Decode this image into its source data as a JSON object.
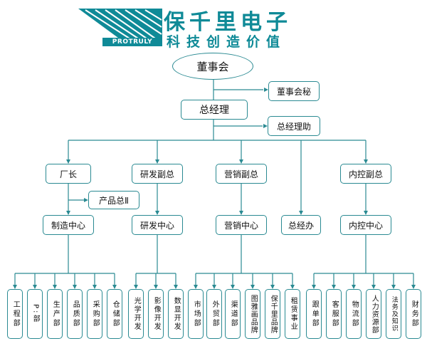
{
  "logo": {
    "brand_cn": "保千里电子",
    "slogan": "科技创造价值",
    "brand_en": "PROTRULY"
  },
  "nodes": {
    "board": "董事会",
    "board_secretary": "董事会秘",
    "general_manager": "总经理",
    "gm_assistant": "总经理助",
    "factory_manager": "厂长",
    "rd_vp": "研发副总",
    "marketing_vp": "营销副总",
    "internal_control_vp": "内控副总",
    "product_director": "产品总Ⅱ",
    "manufacturing_center": "制造中心",
    "rd_center": "研发中心",
    "marketing_center": "营销中心",
    "gm_office": "总经办",
    "internal_control_center": "内控中心"
  },
  "departments": {
    "manufacturing": [
      "工程部",
      "P:部",
      "生产部",
      "品质部",
      "采购部",
      "仓储部"
    ],
    "rd": [
      "光学开发",
      "影像开发",
      "数显开发"
    ],
    "marketing": [
      "市场部",
      "外贸部",
      "渠道部",
      "图雅画品牌",
      "保千里品牌",
      "租赁事业"
    ],
    "internal_control": [
      "跟单部",
      "客服部",
      "物流部",
      "人力资源部",
      "法务及知识",
      "财务部"
    ]
  }
}
